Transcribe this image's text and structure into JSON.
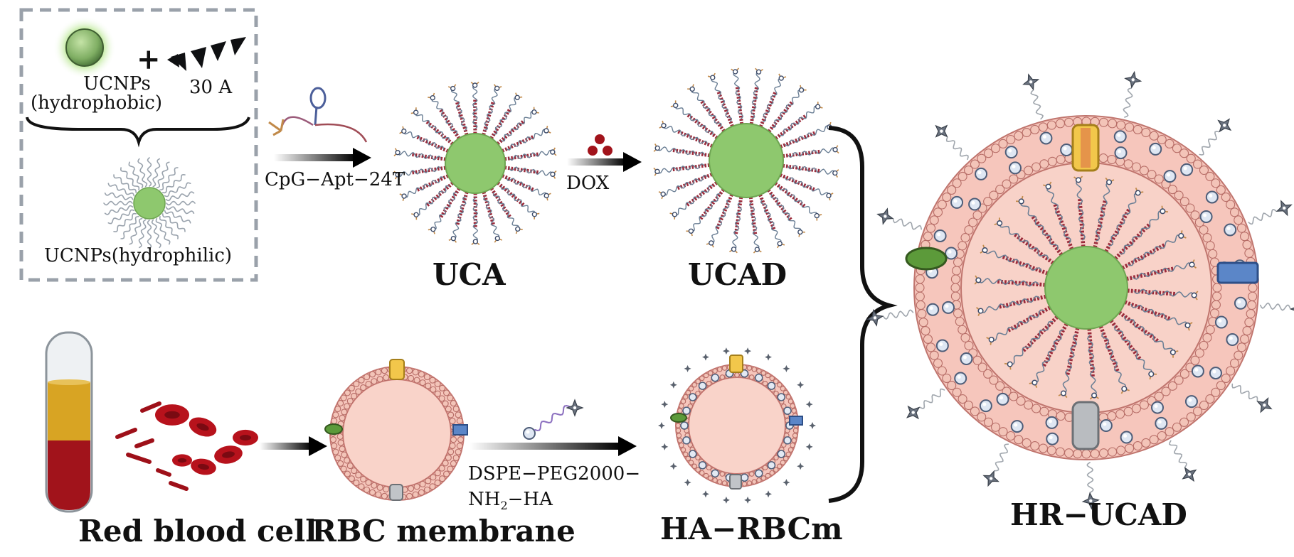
{
  "labels": {
    "ucnps_hydrophobic": "UCNPs\n(hydrophobic)",
    "ucnps_line1": "UCNPs",
    "ucnps_line2": "(hydrophobic)",
    "plus": "+",
    "a30": "30 A",
    "ucnps_hydrophilic": "UCNPs(hydrophilic)",
    "cpg": "CpG−Apt−24T",
    "dox": "DOX",
    "uca": "UCA",
    "ucad": "UCAD",
    "red_blood_cell": "Red blood cell",
    "rbc_membrane": "RBC membrane",
    "dspe_line1": "DSPE−PEG2000−",
    "dspe_nh": "NH",
    "dspe_sub": "2",
    "dspe_ha": "−HA",
    "ha_rbcm": "HA−RBCm",
    "hr_ucad": "HR−UCAD"
  },
  "colors": {
    "core_green": "#8ec86e",
    "membrane_pink": "#f6c6bc",
    "membrane_edge": "#c97a74",
    "blood_red": "#a1131b",
    "plasma_yellow": "#d8a423",
    "box_border": "#9aa1aa",
    "star_gray": "#5c6470",
    "dna_red": "#9b2a3a",
    "green_protein": "#5c9a3a",
    "blue_protein": "#5b86c8",
    "yellow_protein": "#f2c74b"
  }
}
